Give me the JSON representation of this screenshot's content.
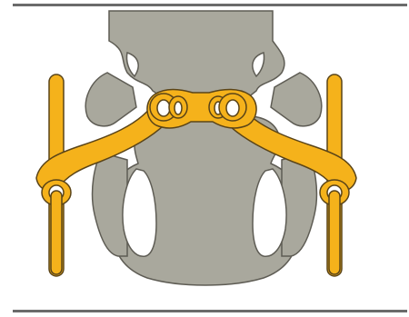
{
  "figure": {
    "colors": {
      "background": "#ffffff",
      "bone_fill": "#a9a89d",
      "bone_stroke": "#5e5c54",
      "implant_fill": "#f5b21b",
      "implant_stroke": "#5a4418",
      "rule_line": "#6b6b6b",
      "hole_fill": "#ffffff"
    },
    "components": {
      "vertebra": "bone",
      "cross_connector": "implant",
      "left_rod": "implant",
      "right_rod": "implant",
      "left_screw": "implant",
      "right_screw": "implant"
    }
  }
}
